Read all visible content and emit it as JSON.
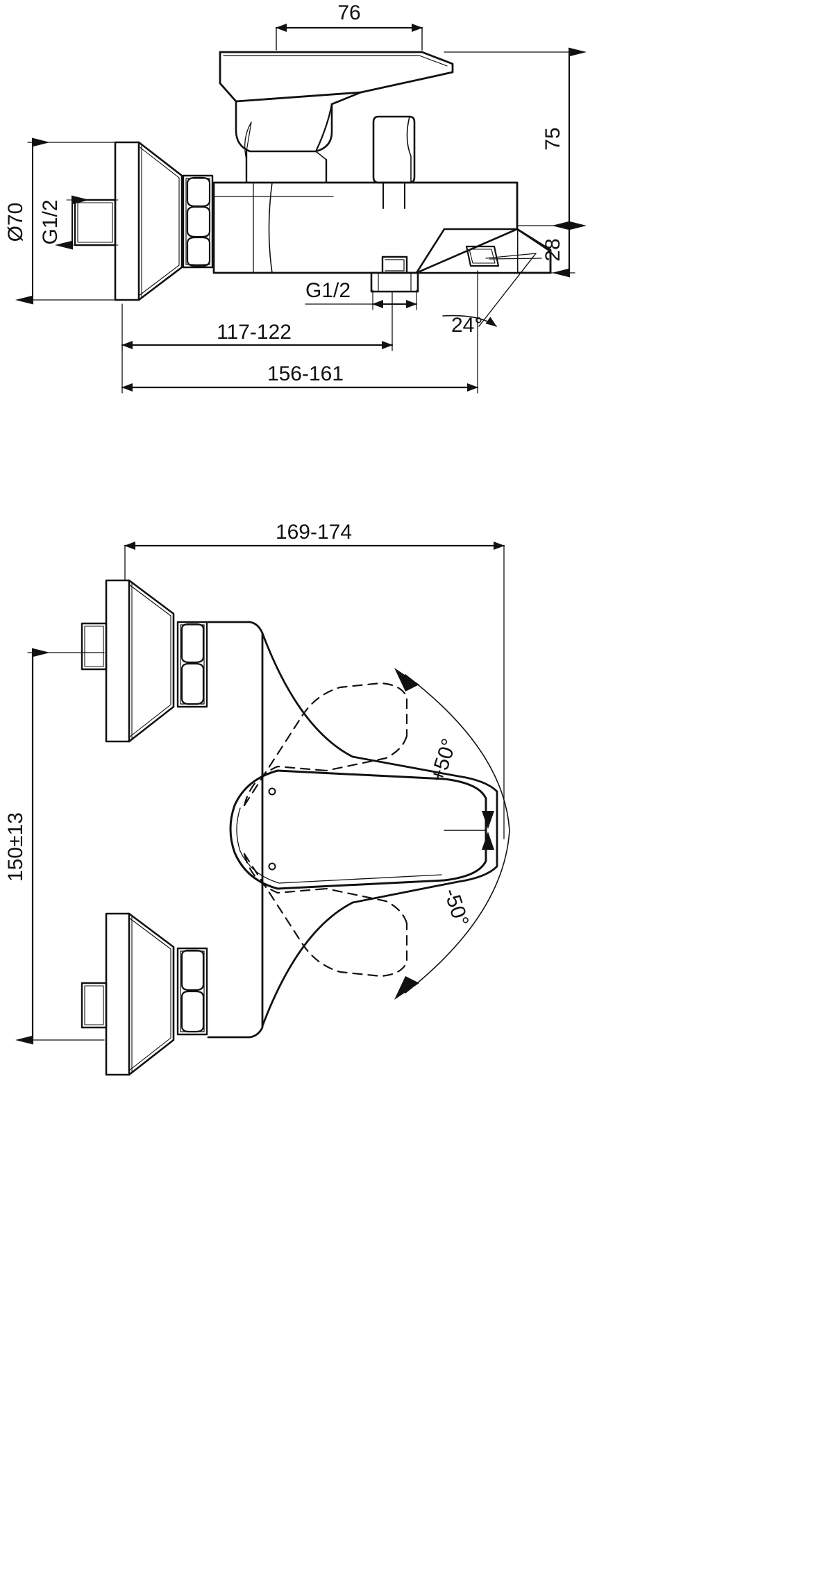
{
  "drawing": {
    "title": "Bath/shower mixer technical dimension drawing",
    "line_color": "#111111",
    "background": "#ffffff",
    "views": [
      {
        "name": "side-elevation",
        "label": ""
      },
      {
        "name": "front-elevation",
        "label": ""
      }
    ]
  },
  "dimensions": {
    "top_view": {
      "lever_width": "76",
      "height_overall": "75",
      "spout_drop": "28",
      "flange_diameter": "Ø70",
      "inlet_thread": "G1/2",
      "outlet_thread": "G1/2",
      "depth_short": "117-122",
      "depth_long": "156-161",
      "spout_angle": "24°"
    },
    "bottom_view": {
      "width_overall": "169-174",
      "centre_distance": "150±13",
      "swivel_plus": "+50°",
      "swivel_minus": "-50°"
    }
  }
}
